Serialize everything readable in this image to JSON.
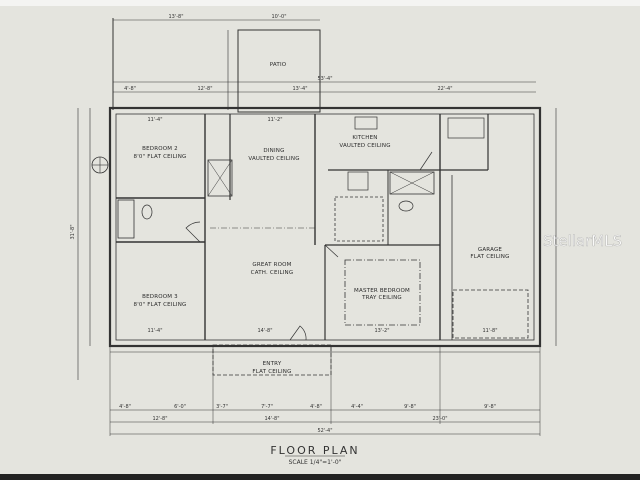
{
  "plan": {
    "title": "FLOOR PLAN",
    "scale": "SCALE 1/4\"=1'-0\"",
    "rooms": {
      "patio": {
        "name": "PATIO",
        "ceiling": ""
      },
      "bedroom2": {
        "name": "BEDROOM 2",
        "ceiling": "8'0\" FLAT CEILING"
      },
      "dining": {
        "name": "DINING",
        "ceiling": "VAULTED CEILING"
      },
      "kitchen": {
        "name": "KITCHEN",
        "ceiling": "VAULTED CEILING"
      },
      "great_room": {
        "name": "GREAT ROOM",
        "ceiling": "CATH. CEILING"
      },
      "bedroom3": {
        "name": "BEDROOM 3",
        "ceiling": "8'0\" FLAT CEILING"
      },
      "master": {
        "name": "MASTER BEDROOM",
        "ceiling": "TRAY CEILING"
      },
      "garage": {
        "name": "GARAGE",
        "ceiling": "FLAT CEILING"
      },
      "entry": {
        "name": "ENTRY",
        "ceiling": "FLAT CEILING"
      }
    },
    "dimensions": {
      "top_left": "13'-8\"",
      "top_patio": "10'-0\"",
      "top_overall": "53'-4\"",
      "top_seg1": "4'-8\"",
      "top_seg2": "12'-8\"",
      "top_seg3": "13'-4\"",
      "top_seg4": "22'-4\"",
      "bed2_width": "11'-4\"",
      "dining_width": "11'-2\"",
      "bed3_width": "11'-4\"",
      "great_width": "14'-8\"",
      "master_width": "13'-2\"",
      "garage_width": "11'-8\"",
      "bot_seg1": "4'-8\"",
      "bot_seg2": "6'-0\"",
      "bot_seg3": "3'-7\"",
      "bot_seg4": "7'-7\"",
      "bot_seg5": "4'-8\"",
      "bot_seg6": "4'-4\"",
      "bot_seg7": "9'-8\"",
      "bot_seg8": "9'-8\"",
      "bot_mid1": "12'-8\"",
      "bot_mid2": "14'-8\"",
      "bot_mid3": "23'-0\"",
      "bot_overall": "52'-4\"",
      "left_overall": "31'-8\""
    }
  },
  "watermark": "StellarMLS"
}
